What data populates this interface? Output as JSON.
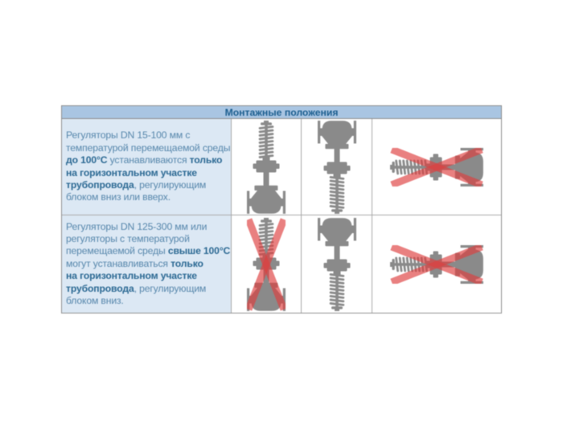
{
  "table": {
    "title": "Монтажные положения",
    "rows": [
      {
        "text_lines": [
          [
            {
              "t": "Регуляторы DN 15-100 мм с"
            }
          ],
          [
            {
              "t": "температурой перемещаемой среды"
            }
          ],
          [
            {
              "t": "до 100°С",
              "b": true
            },
            {
              "t": " устанавливаются "
            },
            {
              "t": "только",
              "b": true
            }
          ],
          [
            {
              "t": "на горизонтальном участке",
              "b": true
            }
          ],
          [
            {
              "t": "трубопровода",
              "b": true
            },
            {
              "t": ", регулирующим"
            }
          ],
          [
            {
              "t": "блоком вниз или вверх."
            }
          ]
        ],
        "figures": [
          {
            "orientation": "spring-up",
            "crossed": false
          },
          {
            "orientation": "spring-down",
            "crossed": false
          },
          {
            "orientation": "horizontal",
            "crossed": true
          }
        ]
      },
      {
        "text_lines": [
          [
            {
              "t": "Регуляторы DN 125-300 мм или"
            }
          ],
          [
            {
              "t": "регуляторы с температурой"
            }
          ],
          [
            {
              "t": "перемещаемой среды "
            },
            {
              "t": "свыше 100°С",
              "b": true
            }
          ],
          [
            {
              "t": "могут устанавливаться "
            },
            {
              "t": "только",
              "b": true
            }
          ],
          [
            {
              "t": "на горизонтальном участке",
              "b": true
            }
          ],
          [
            {
              "t": "трубопровода",
              "b": true
            },
            {
              "t": ", регулирующим"
            }
          ],
          [
            {
              "t": "блоком вниз."
            }
          ]
        ],
        "figures": [
          {
            "orientation": "spring-up",
            "crossed": true
          },
          {
            "orientation": "spring-down",
            "crossed": false
          },
          {
            "orientation": "horizontal",
            "crossed": true
          }
        ]
      }
    ]
  },
  "colors": {
    "header_bg": "#a9c5e2",
    "header_fg": "#1d5f90",
    "textcell_bg": "#dce8f4",
    "text_regular": "#5787ac",
    "text_bold": "#2d6a94",
    "border_outer": "#8f8f8f",
    "border_inner": "#a8a8a8",
    "valve_grey": "#8a8a8a",
    "cross_red": "rgba(221,62,62,0.66)"
  },
  "icons": {
    "valve_spring_up": "control-valve-silhouette-spring-up",
    "valve_spring_down": "control-valve-silhouette-spring-down",
    "valve_horizontal": "control-valve-silhouette-horizontal",
    "cross": "red-cross-forbidden-mark"
  }
}
